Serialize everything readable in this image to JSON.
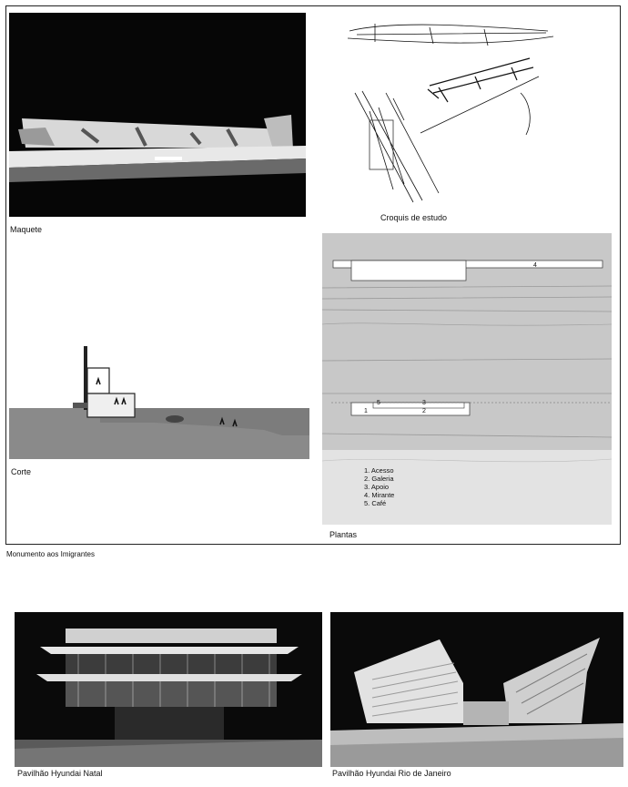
{
  "captions": {
    "maquete": "Maquete",
    "croquis": "Croquis de estudo",
    "corte": "Corte",
    "plantas": "Plantas",
    "monumento": "Monumento aos Imigrantes",
    "natal": "Pavilhão Hyundai Natal",
    "rio": "Pavilhão Hyundai Rio de Janeiro"
  },
  "plan_legend": [
    "1. Acesso",
    "2. Galeria",
    "3. Apoio",
    "4. Mirante",
    "5. Café"
  ],
  "plan_labels": {
    "n1": "1",
    "n2": "2",
    "n3": "3",
    "n4": "4",
    "n5": "5"
  }
}
